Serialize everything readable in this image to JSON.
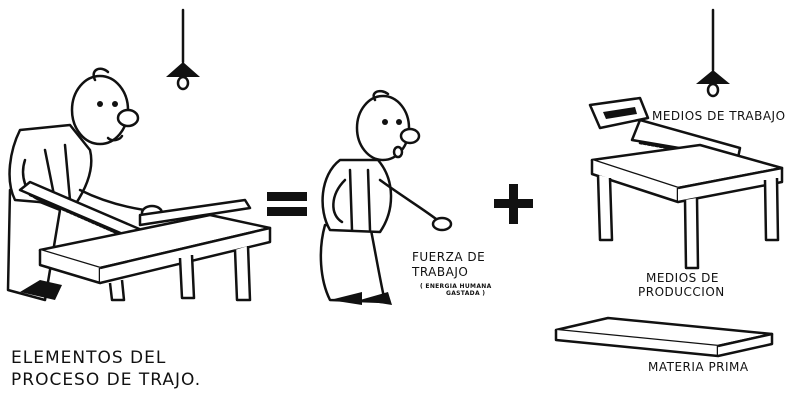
{
  "caption": {
    "line1": "ELEMENTOS DEL",
    "line2": "PROCESO DE TRAJO."
  },
  "labels": {
    "medios_trabajo": "MEDIOS DE TRABAJO",
    "fuerza_line1": "FUERZA DE",
    "fuerza_line2": "TRABAJO",
    "fuerza_sub1": "( ENERGIA HUMANA",
    "fuerza_sub2": "GASTADA )",
    "medios_produccion_line1": "MEDIOS DE",
    "medios_produccion_line2": "PRODUCCION",
    "materia_prima": "MATERIA PRIMA"
  },
  "symbols": {
    "equals": "=",
    "plus": "+"
  },
  "colors": {
    "ink": "#111111",
    "paper": "#ffffff"
  },
  "icons": [
    "hanging-lamp-icon",
    "carpenter-figure",
    "worker-figure",
    "saw-icon",
    "table-icon",
    "plank-icon"
  ]
}
